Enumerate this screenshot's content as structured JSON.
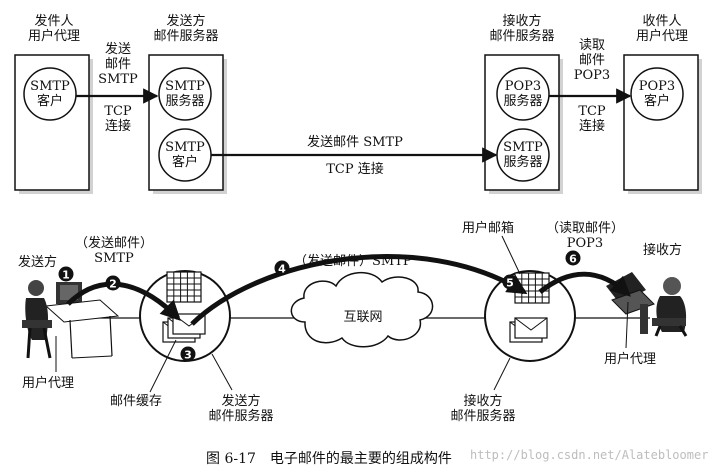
{
  "top": {
    "sender_ua": "发件人\n用户代理",
    "sender_server": "发送方\n邮件服务器",
    "receiver_server": "接收方\n邮件服务器",
    "receiver_ua": "收件人\n用户代理",
    "left_proto": "发送\n邮件\nSMTP",
    "left_conn": "TCP\n连接",
    "mid_proto": "发送邮件 SMTP",
    "mid_conn": "TCP 连接",
    "right_proto": "读取\n邮件\nPOP3",
    "right_conn": "TCP\n连接",
    "ua_smtp_client": "SMTP\n客户",
    "srv_smtp_server": "SMTP\n服务器",
    "srv_smtp_client": "SMTP\n客户",
    "rcv_pop3_server": "POP3\n服务器",
    "rcv_smtp_server": "SMTP\n服务器",
    "ua_pop3_client": "POP3\n客户"
  },
  "bottom": {
    "sender": "发送方",
    "send_mail": "（发送邮件）\nSMTP",
    "user_agent_left": "用户代理",
    "mail_buffer": "邮件缓存",
    "sender_server": "发送方\n邮件服务器",
    "step4_label": "（发送邮件）SMTP",
    "internet": "互联网",
    "mailbox": "用户邮箱",
    "read_mail": "（读取邮件）\nPOP3",
    "receiver": "接收方",
    "user_agent_right": "用户代理",
    "receiver_server": "接收方\n邮件服务器",
    "steps": [
      "1",
      "2",
      "3",
      "4",
      "5",
      "6"
    ]
  },
  "caption": "图 6-17　电子邮件的最主要的组成构件",
  "watermark": "http://blog.csdn.net/Alatebloomer"
}
